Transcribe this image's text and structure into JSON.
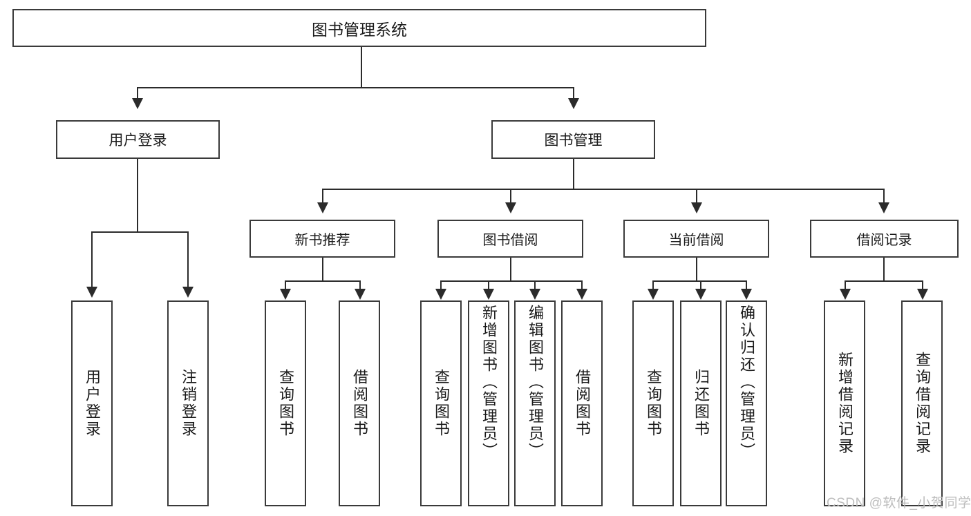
{
  "diagram": {
    "title": "图书管理系统",
    "root": {
      "label": "图书管理系统"
    },
    "level1": [
      {
        "label": "用户登录"
      },
      {
        "label": "图书管理"
      }
    ],
    "level2": [
      {
        "label": "新书推荐"
      },
      {
        "label": "图书借阅"
      },
      {
        "label": "当前借阅"
      },
      {
        "label": "借阅记录"
      }
    ],
    "leaves": [
      {
        "label": "用户登录"
      },
      {
        "label": "注销登录"
      },
      {
        "label": "查询图书"
      },
      {
        "label": "借阅图书"
      },
      {
        "label": "查询图书"
      },
      {
        "label": "新增图书（管理员）"
      },
      {
        "label": "编辑图书（管理员）"
      },
      {
        "label": "借阅图书"
      },
      {
        "label": "查询图书"
      },
      {
        "label": "归还图书"
      },
      {
        "label": "确认归还（管理员）"
      },
      {
        "label": "新增借阅记录"
      },
      {
        "label": "查询借阅记录"
      }
    ],
    "watermark": "CSDN @软件_小贺同学",
    "colors": {
      "stroke": "#3a3a3a",
      "line": "#2b2b2b",
      "background": "#ffffff",
      "text": "#1a1a1a",
      "watermark": "#bdbdbd"
    }
  }
}
